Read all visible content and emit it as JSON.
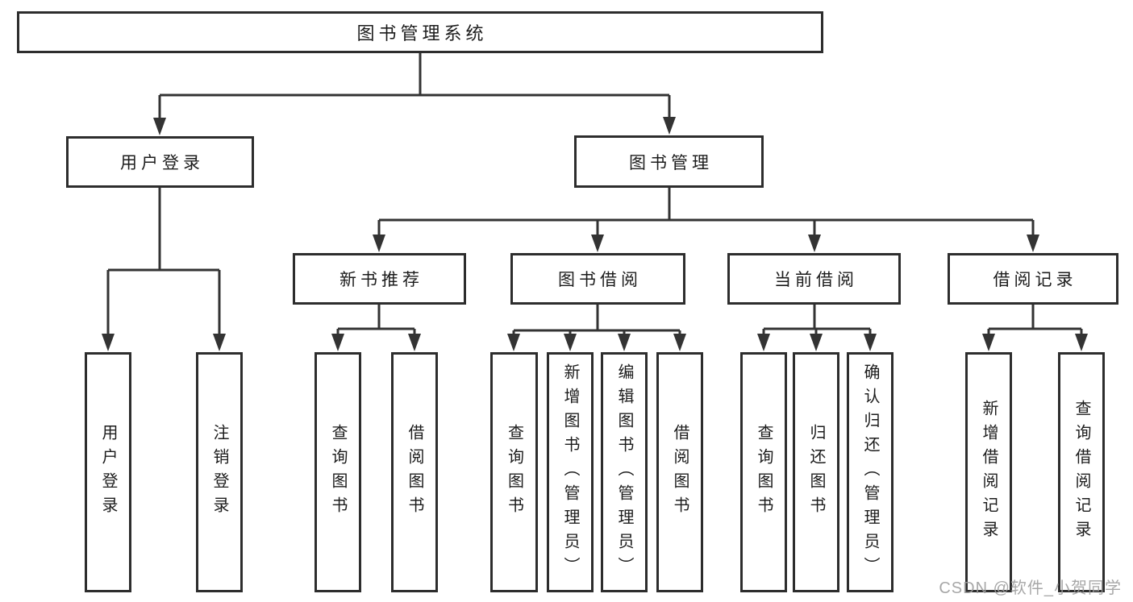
{
  "diagram": {
    "title": "图书管理系统",
    "root": {
      "label": "图书管理系统"
    },
    "branches": [
      {
        "label": "用户登录",
        "children": [
          {
            "label": "用户登录"
          },
          {
            "label": "注销登录"
          }
        ]
      },
      {
        "label": "图书管理",
        "children": [
          {
            "label": "新书推荐",
            "children": [
              {
                "label": "查询图书"
              },
              {
                "label": "借阅图书"
              }
            ]
          },
          {
            "label": "图书借阅",
            "children": [
              {
                "label": "查询图书"
              },
              {
                "label": "新增图书（管理员）"
              },
              {
                "label": "编辑图书（管理员）"
              },
              {
                "label": "借阅图书"
              }
            ]
          },
          {
            "label": "当前借阅",
            "children": [
              {
                "label": "查询图书"
              },
              {
                "label": "归还图书"
              },
              {
                "label": "确认归还（管理员）"
              }
            ]
          },
          {
            "label": "借阅记录",
            "children": [
              {
                "label": "新增借阅记录"
              },
              {
                "label": "查询借阅记录"
              }
            ]
          }
        ]
      }
    ]
  },
  "watermark": {
    "text": "CSDN @软件_小贺同学"
  },
  "colors": {
    "line": "#333333",
    "box_border": "#2d2d2d",
    "text": "#1c1c1c",
    "watermark": "#9e9e9e",
    "background": "#ffffff"
  }
}
